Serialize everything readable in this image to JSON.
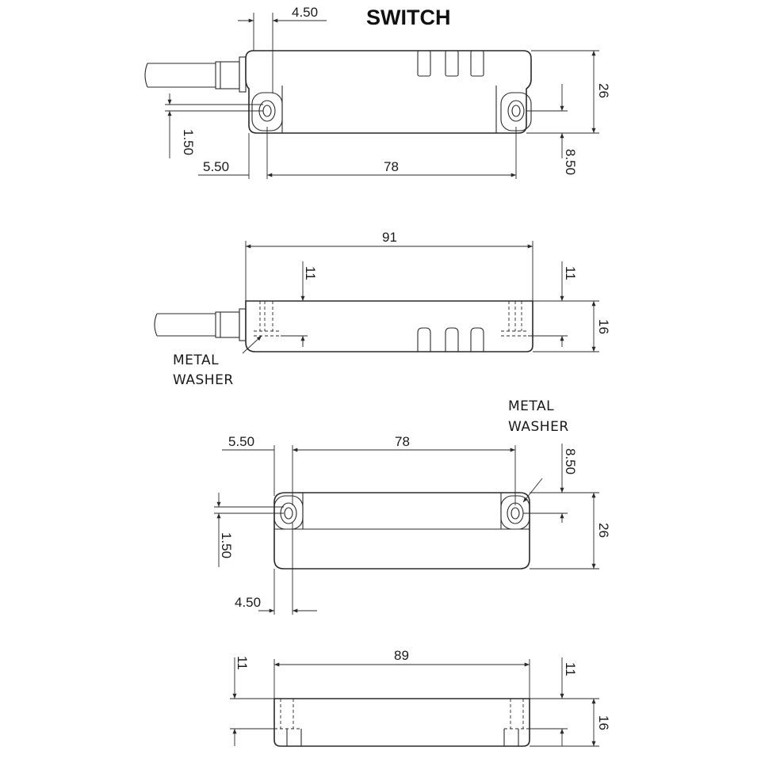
{
  "title": "SWITCH",
  "switch_top": {
    "dim_hole_offset": "4.50",
    "dim_hole_vertical": "1.50",
    "dim_edge_left": "5.50",
    "dim_hole_spacing": "78",
    "dim_height": "26",
    "dim_hole_right": "8.50"
  },
  "switch_side": {
    "dim_length": "91",
    "dim_left_depth": "11",
    "dim_right_depth": "11",
    "dim_thickness": "16",
    "note_line1": "METAL",
    "note_line2": "WASHER"
  },
  "magnet_top": {
    "dim_edge_left": "5.50",
    "dim_hole_spacing": "78",
    "dim_hole_right": "8.50",
    "dim_height": "26",
    "dim_hole_vertical": "1.50",
    "dim_hole_offset": "4.50",
    "note_line1": "METAL",
    "note_line2": "WASHER"
  },
  "magnet_side": {
    "dim_length": "89",
    "dim_left_depth": "11",
    "dim_right_depth": "11",
    "dim_thickness": "16"
  }
}
